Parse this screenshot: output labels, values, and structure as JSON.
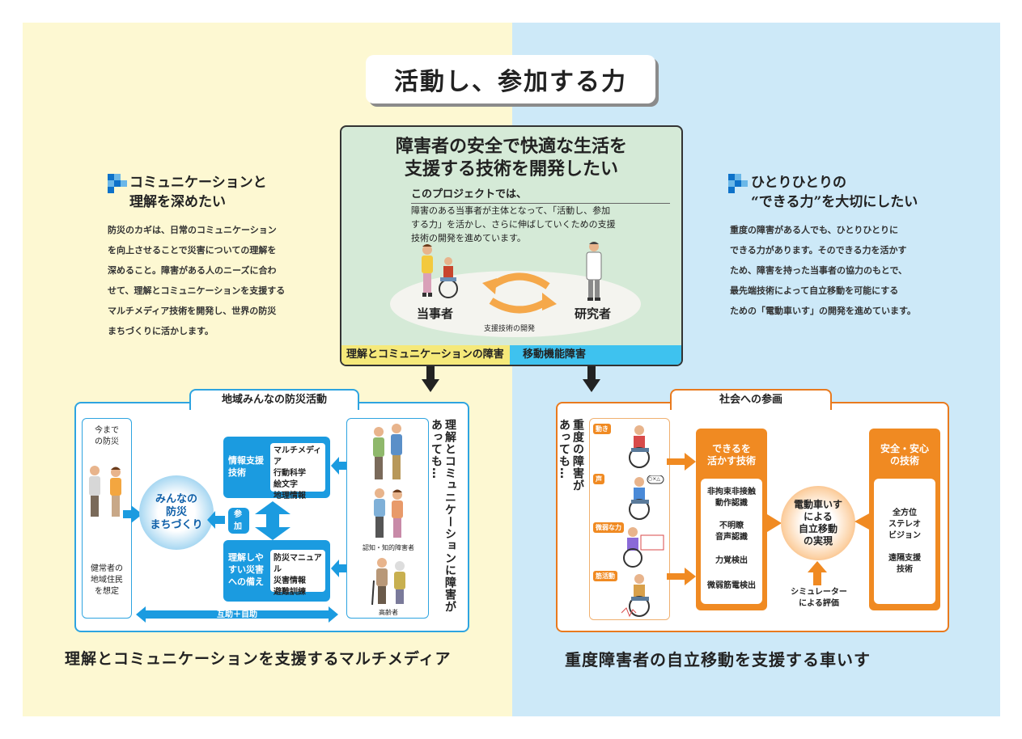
{
  "title": "活動し、参加する力",
  "center": {
    "title": "障害者の安全で快適な生活を\n支援する技術を開発したい",
    "subtitle": "このプロジェクトでは、",
    "desc": "障害のある当事者が主体となって、「活動し、参加\nする力」を活かし、さらに伸ばしていくための支援\n技術の開発を進めています。",
    "stakeholder": "当事者",
    "researcher": "研究者",
    "dev_label": "支援技術の開発",
    "strip_left": "理解とコミュニケーションの障害",
    "strip_right": "移動機能障害"
  },
  "left_side": {
    "heading": "コミュニケーションと\n理解を深めたい",
    "text": "防災のカギは、日常のコミュニケーション\nを向上させることで災害についての理解を\n深めること。障害がある人のニーズに合わ\nせて、理解とコミュニケーションを支援する\nマルチメディア技術を開発し、世界の防災\nまちづくりに活かします。"
  },
  "right_side": {
    "heading": "ひとりひとりの\n“できる力”を大切にしたい",
    "text": "重度の障害がある人でも、ひとりひとりに\nできる力があります。そのできる力を活かす\nため、障害を持った当事者の協力のもとで、\n最先端技術によって自立移動を可能にする\nための「電動車いす」の開発を進めています。"
  },
  "lower_left": {
    "tab": "地域みんなの防災活動",
    "past": "今まで\nの防災",
    "residents": "健常者の\n地域住民\nを想定",
    "center_circle": "みんなの\n防災\nまちづくり",
    "info_label": "情報支援\n技術",
    "info_items": "マルチメディア\n行動科学\n絵文字\n地理情報",
    "join": "参\n加",
    "prep_label": "理解しや\nすい災害\nへの備え",
    "prep_items": "防災マニュアル\n災害情報\n避難訓練",
    "mutual": "互助＋自助",
    "vertical": "理解とコミュニケーションに障害があっても…",
    "cog": "認知・知的障害者",
    "elderly": "高齢者",
    "caption": "理解とコミュニケーションを支援するマルチメディア"
  },
  "lower_right": {
    "tab": "社会への参画",
    "vertical": "重度の障害があっても…",
    "tags": [
      "動き",
      "声",
      "微弱な力",
      "筋活動"
    ],
    "voice_bubble": "○×△",
    "can_label": "できるを\n活かす技術",
    "can_items": [
      "非拘束非接触\n動作認識",
      "不明瞭\n音声認識",
      "力覚検出",
      "微弱筋電検出"
    ],
    "circle": "電動車いす\nによる\n自立移動\nの実現",
    "sim": "シミュレーター\nによる評価",
    "safe_label": "安全・安心\nの技術",
    "safe_items": [
      "全方位\nステレオ\nビジョン",
      "遠隔支援\n技術"
    ],
    "caption": "重度障害者の自立移動を支援する車いす"
  },
  "colors": {
    "blue": "#1b9be0",
    "orange": "#f08a22",
    "yellow_bg": "#fdf8d2",
    "blue_bg": "#cde9f8",
    "green": "#d5ead7"
  }
}
